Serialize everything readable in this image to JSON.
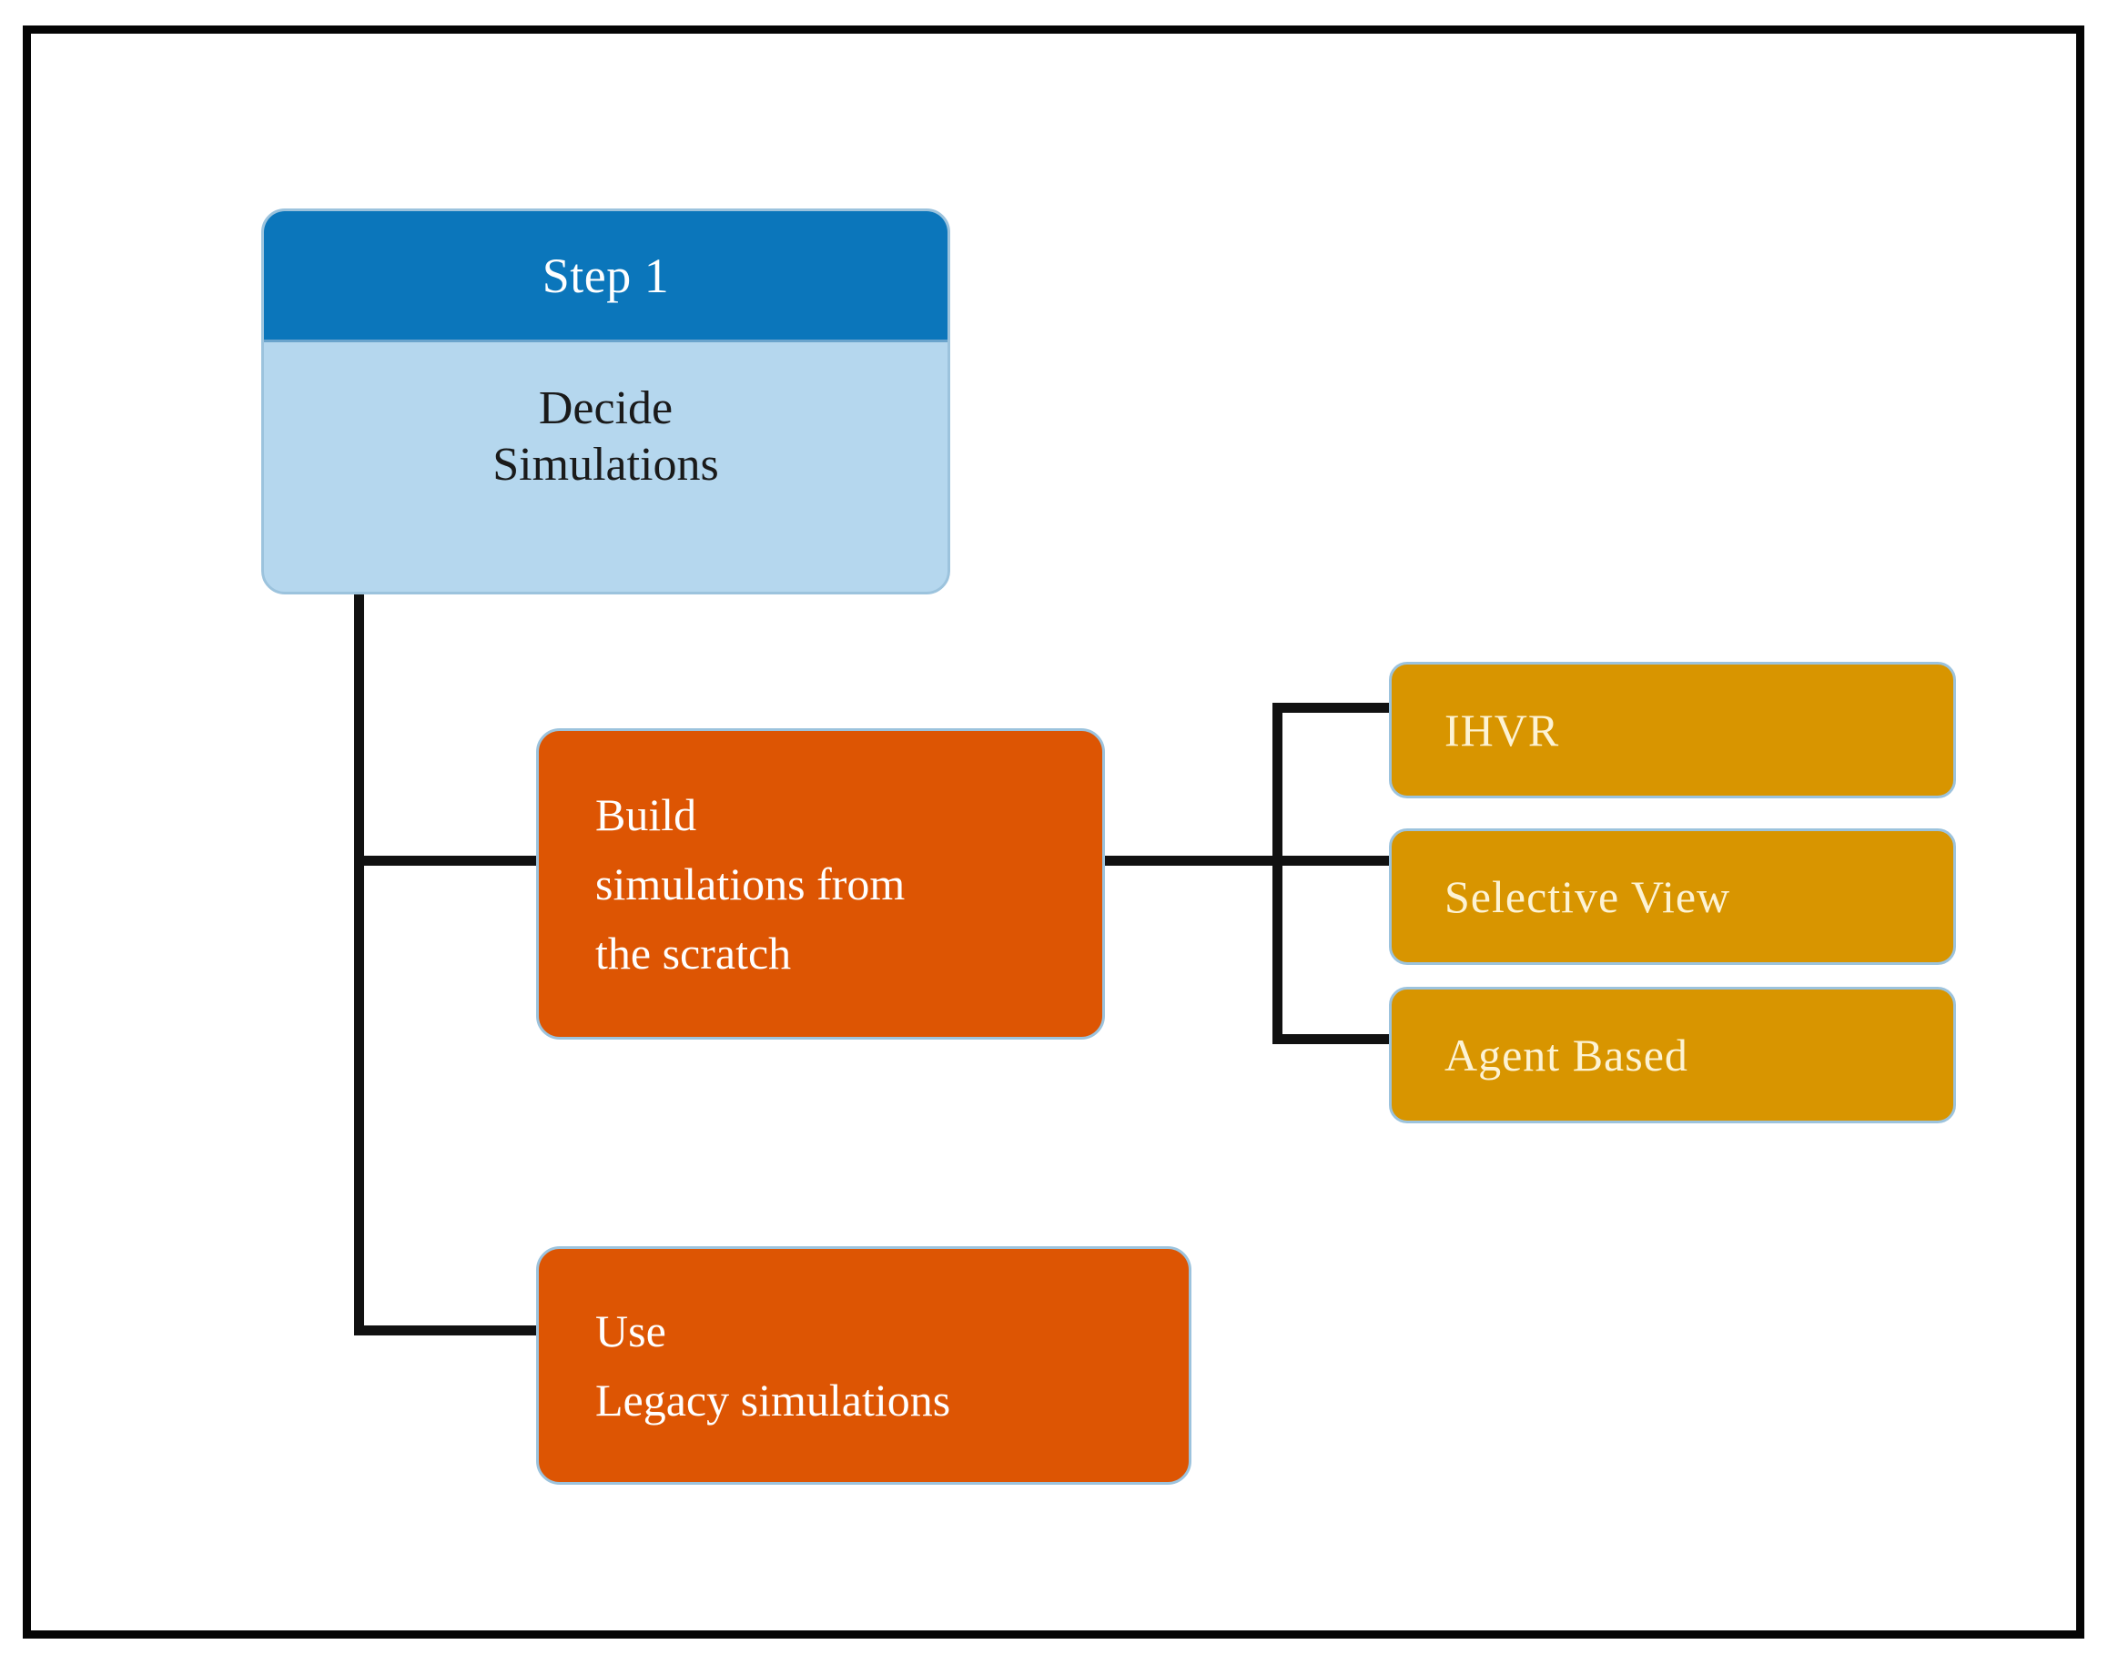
{
  "diagram": {
    "title_node": {
      "header": "Step 1",
      "body_line1": "Decide",
      "body_line2": "Simulations"
    },
    "branches": [
      {
        "id": "build",
        "line1": "Build",
        "line2": "simulations  from",
        "line3": "the scratch"
      },
      {
        "id": "legacy",
        "line1": "Use",
        "line2": "Legacy simulations"
      }
    ],
    "methods": [
      {
        "id": "ihvr",
        "label": "IHVR"
      },
      {
        "id": "selective-view",
        "label": "Selective View"
      },
      {
        "id": "agent-based",
        "label": "Agent Based"
      }
    ],
    "colors": {
      "header_blue": "#0b76bb",
      "body_blue": "#b5d7ee",
      "orange": "#dd5503",
      "gold": "#d89500",
      "connector": "#111111",
      "node_border": "#9cc3dd",
      "frame": "#050505",
      "background": "#ffffff"
    }
  }
}
